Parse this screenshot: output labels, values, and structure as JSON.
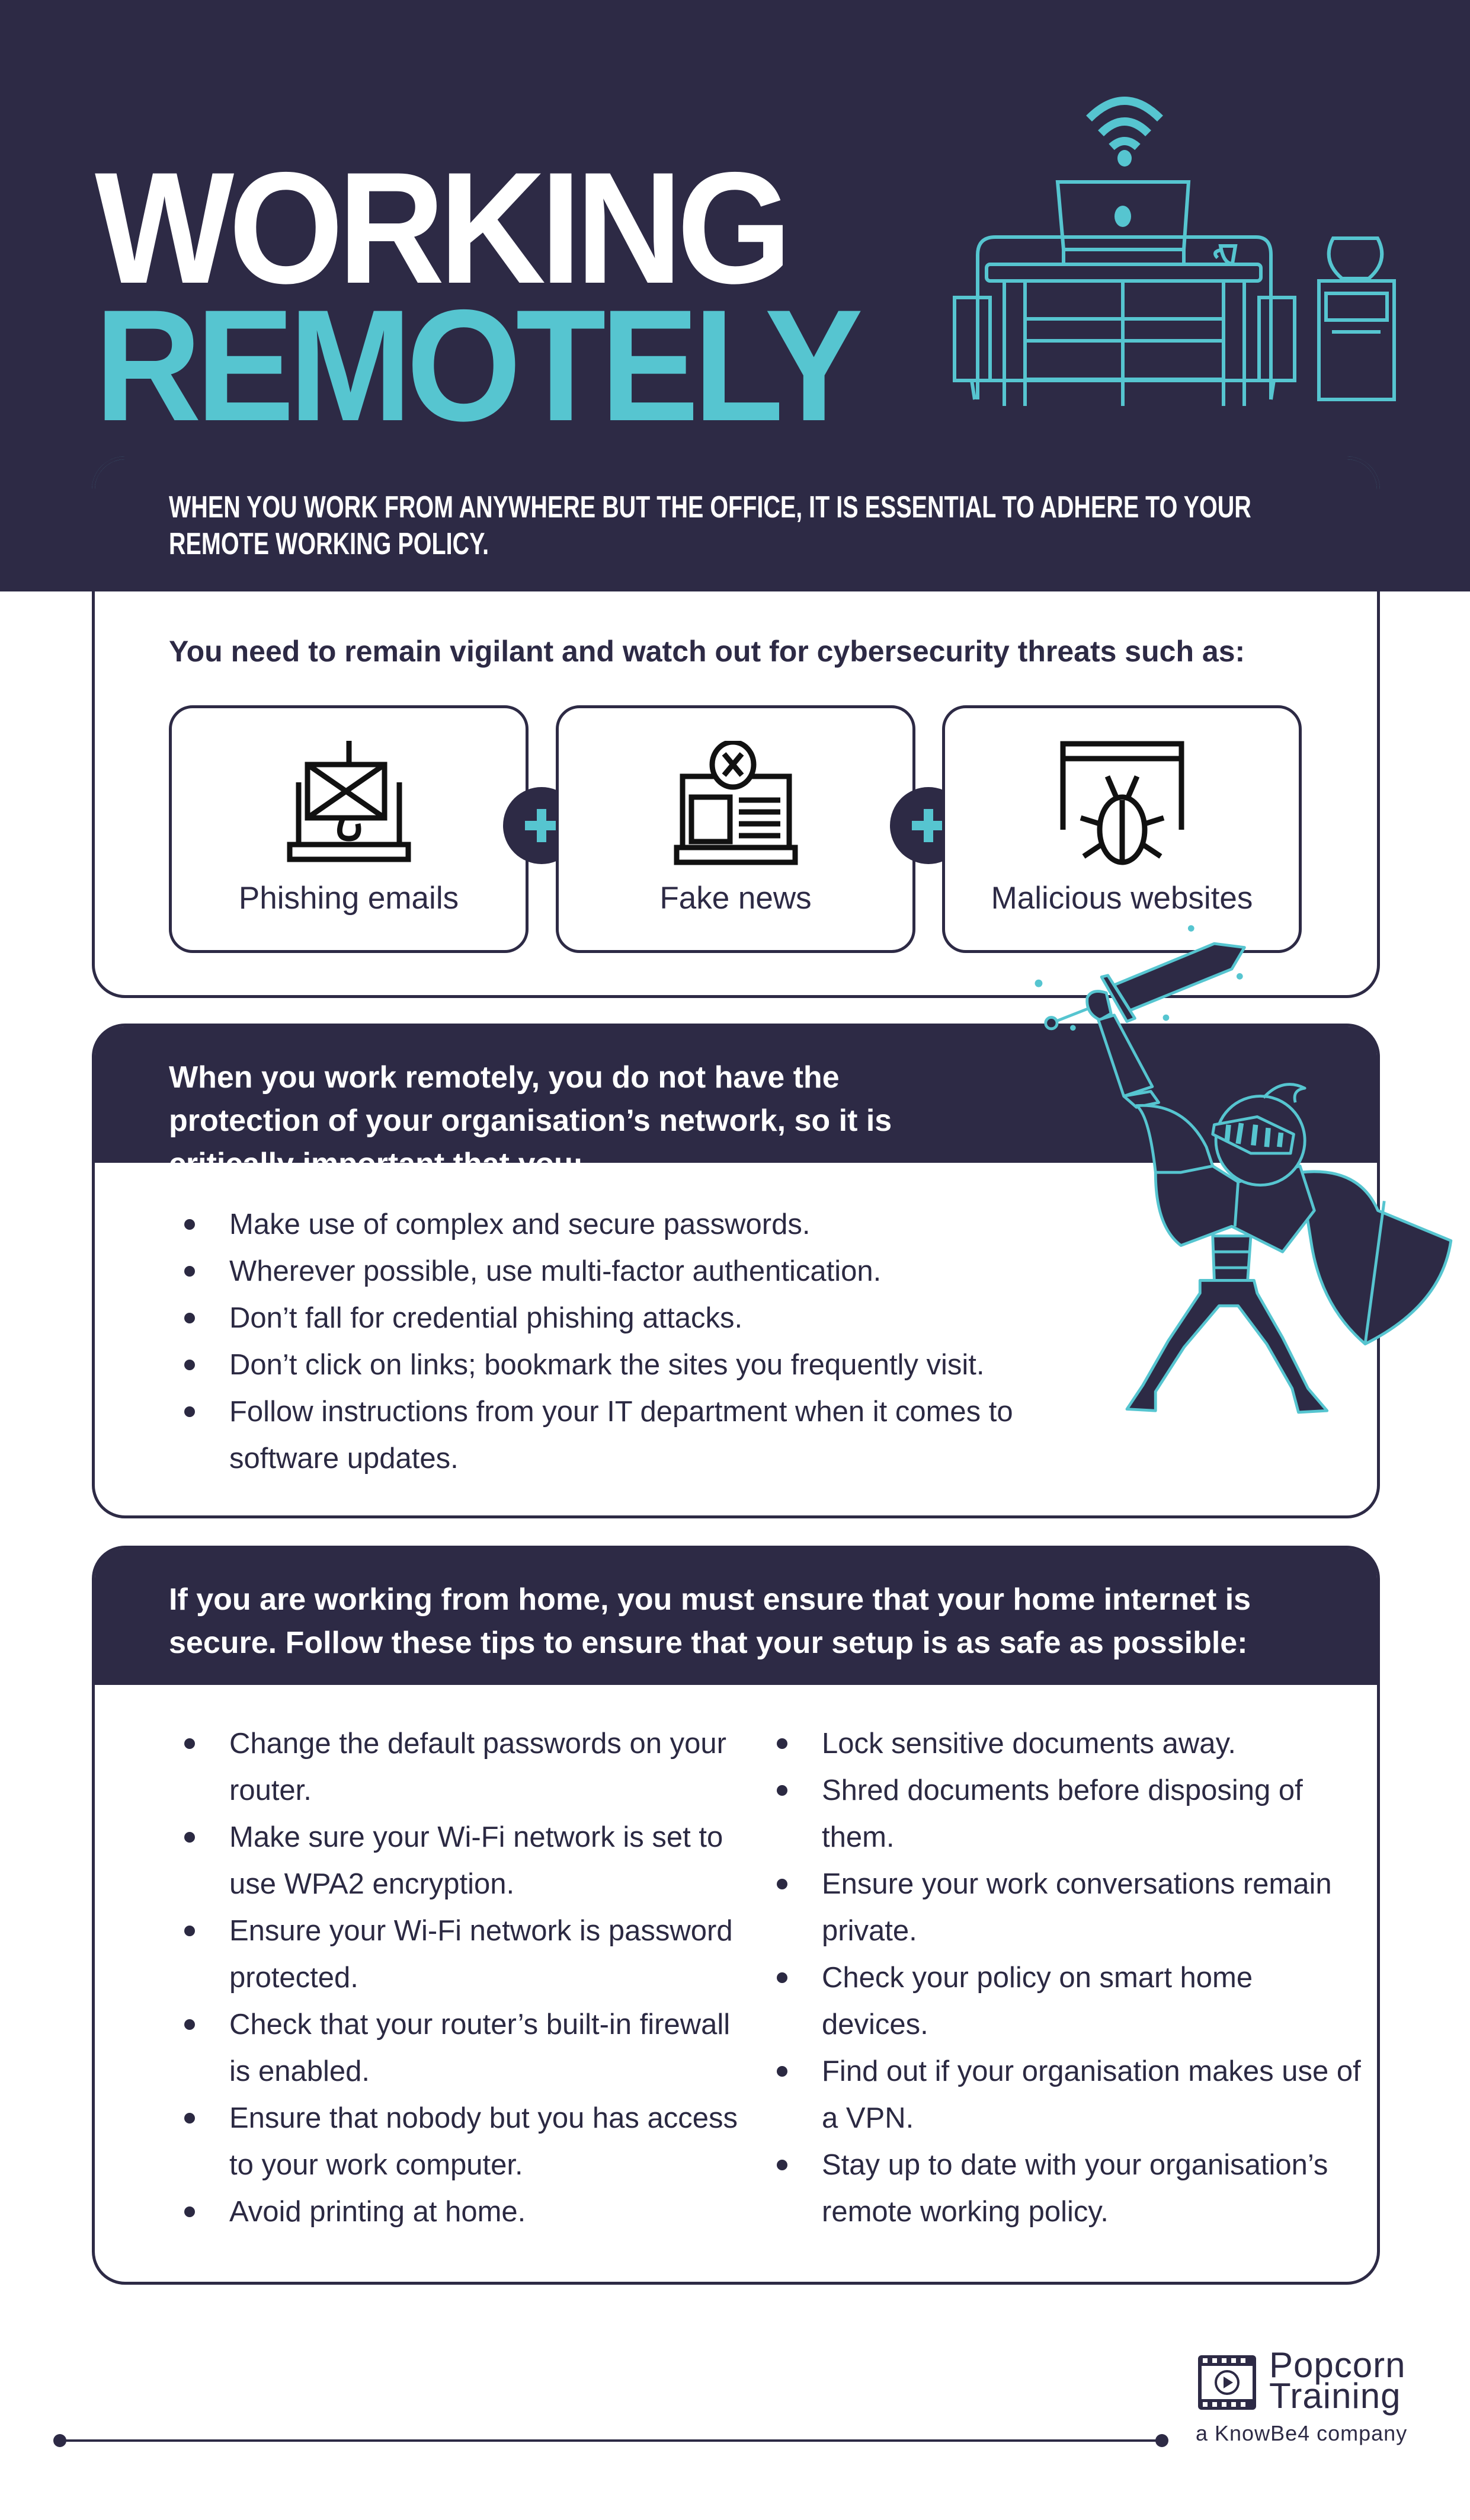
{
  "header": {
    "title_line1": "WORKING",
    "title_line2": "REMOTELY"
  },
  "intro": {
    "text": "WHEN YOU WORK FROM ANYWHERE BUT THE OFFICE, IT IS ESSENTIAL TO ADHERE TO YOUR REMOTE WORKING POLICY."
  },
  "threats": {
    "heading": "You need to remain vigilant and watch out for cybersecurity threats such as:",
    "items": [
      {
        "label": "Phishing emails",
        "icon": "phishing-email-icon"
      },
      {
        "label": "Fake news",
        "icon": "fake-news-icon"
      },
      {
        "label": "Malicious websites",
        "icon": "malicious-website-bug-icon"
      }
    ]
  },
  "remote": {
    "heading": "When you work remotely, you do not have the protection of your organisation’s network, so it is critically important that you:",
    "items": [
      "Make use of complex and secure passwords.",
      "Wherever possible, use multi-factor authentication.",
      "Don’t fall for credential phishing attacks.",
      "Don’t click on links; bookmark the sites you frequently visit.",
      "Follow instructions from your IT department when it comes to software updates."
    ]
  },
  "home": {
    "heading": "If you are working from home, you must ensure that your home internet is secure. Follow these tips to ensure that your setup is as safe as possible:",
    "left": [
      "Change the default passwords on your router.",
      "Make sure your Wi-Fi network is set to use WPA2 encryption.",
      "Ensure your Wi-Fi network is password protected.",
      "Check that your router’s built-in firewall is enabled.",
      "Ensure that nobody but you has access to your work computer.",
      "Avoid printing at home."
    ],
    "right": [
      "Lock sensitive documents away.",
      "Shred documents before disposing of them.",
      "Ensure your work conversations remain private.",
      "Check your policy on smart home devices.",
      "Find out if your organisation makes use of a VPN.",
      "Stay up to date with your organisation’s remote working policy."
    ]
  },
  "footer": {
    "brand_line1": "Popcorn",
    "brand_line2": "Training",
    "tagline": "a KnowBe4 company"
  },
  "colors": {
    "navy": "#2d2a45",
    "teal": "#56c5d0",
    "white": "#ffffff"
  }
}
